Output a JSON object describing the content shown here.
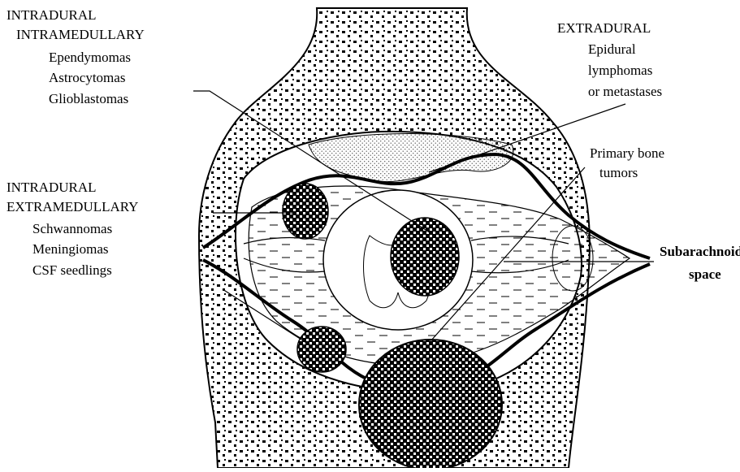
{
  "labels": {
    "intradural_intramedullary": {
      "heading": [
        "INTRADURAL",
        "INTRAMEDULLARY"
      ],
      "items": [
        "Ependymomas",
        "Astrocytomas",
        "Glioblastomas"
      ]
    },
    "extradural": {
      "heading": "EXTRADURAL",
      "items": [
        "Epidural",
        "lymphomas",
        "or metastases"
      ]
    },
    "primary_bone": [
      "Primary bone",
      "tumors"
    ],
    "intradural_extramedullary": {
      "heading": [
        "INTRADURAL",
        "EXTRAMEDULLARY"
      ],
      "items": [
        "Schwannomas",
        "Meningiomas",
        "CSF seedlings"
      ]
    },
    "subarachnoid": [
      "Subarachnoid",
      "space"
    ]
  },
  "colors": {
    "ink": "#000000",
    "background": "#ffffff"
  }
}
